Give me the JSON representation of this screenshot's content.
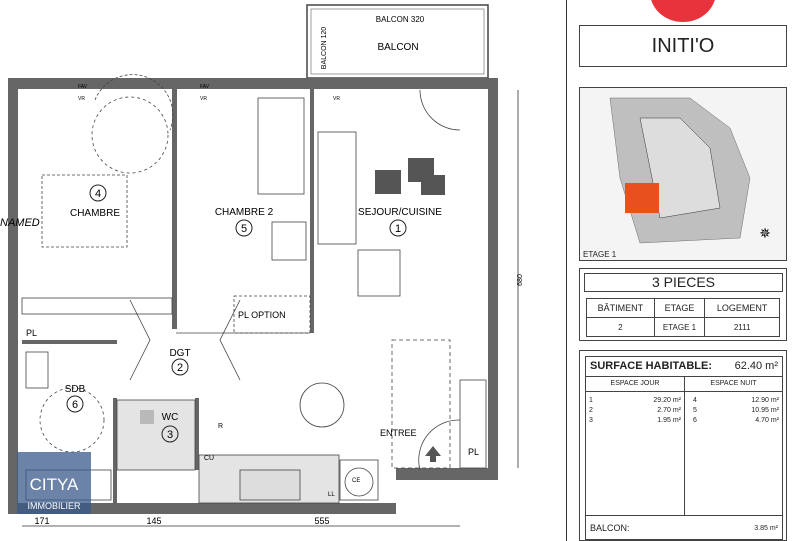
{
  "plan": {
    "balcony_dim": "BALCON 320",
    "balcony_dim_v": "BALCON 120",
    "balcony": "BALCON",
    "rooms": [
      {
        "name": "CHAMBRE",
        "num": "4"
      },
      {
        "name": "CHAMBRE 2",
        "num": "5"
      },
      {
        "name": "SEJOUR/CUISINE",
        "num": "1"
      },
      {
        "name": "DGT",
        "num": "2"
      },
      {
        "name": "SDB",
        "num": "6"
      },
      {
        "name": "WC",
        "num": "3"
      }
    ],
    "labels": {
      "pl": "PL",
      "pl_option": "PL OPTION",
      "entree": "ENTREE",
      "pl2": "PL",
      "fav1": "FAV",
      "fav2": "FAV",
      "cu": "CU",
      "r": "R",
      "ll": "LL",
      "ce": "CE",
      "named": "NAMED",
      "vr1": "VR",
      "vr2": "VR",
      "vr3": "VR"
    },
    "dims": {
      "d171": "171",
      "d145": "145",
      "d555": "555",
      "d680": "680"
    },
    "watermark": {
      "line1": "CITYA",
      "line2": "IMMOBILIER"
    }
  },
  "panel": {
    "program": "INITI'O",
    "map_label": "ETAGE 1",
    "type": "3 PIECES",
    "headers": [
      "BÂTIMENT",
      "ETAGE",
      "LOGEMENT"
    ],
    "values": [
      "2",
      "ETAGE 1",
      "2111"
    ],
    "surface_label": "SURFACE HABITABLE:",
    "surface_value": "62.40 m²",
    "jour_header": "ESPACE JOUR",
    "nuit_header": "ESPACE NUIT",
    "jour": [
      {
        "n": "1",
        "v": "29.20 m²"
      },
      {
        "n": "2",
        "v": "2.70 m²"
      },
      {
        "n": "3",
        "v": "1.95 m²"
      }
    ],
    "nuit": [
      {
        "n": "4",
        "v": "12.90 m²"
      },
      {
        "n": "5",
        "v": "10.95 m²"
      },
      {
        "n": "6",
        "v": "4.70 m²"
      }
    ],
    "balcon_label": "BALCON:",
    "balcon_value": "3.85 m²"
  },
  "colors": {
    "accent": "#e8323c",
    "map_highlight": "#e8501e",
    "wall": "#555555"
  }
}
